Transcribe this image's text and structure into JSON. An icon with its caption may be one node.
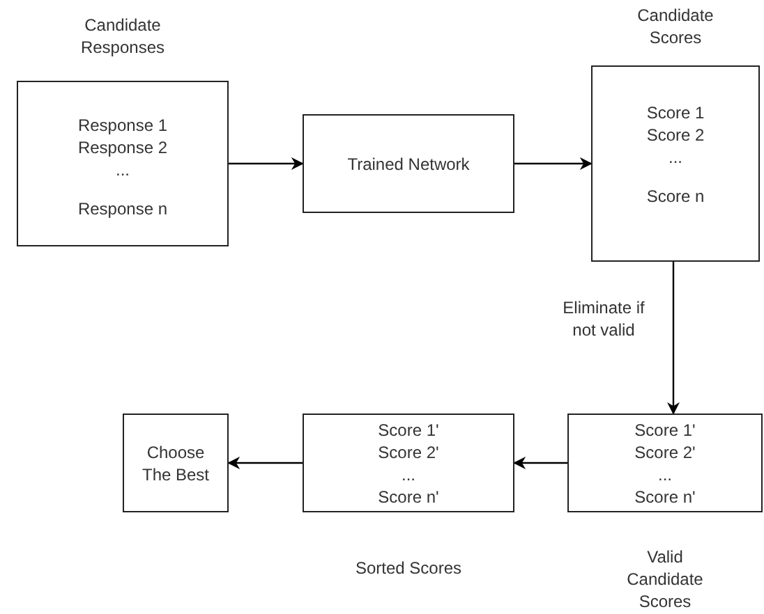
{
  "diagram": {
    "nodes": [
      {
        "text": [
          "Candidate Responses",
          "Response 1",
          "Response 2",
          "...",
          "Response n"
        ]
      },
      {
        "text": [
          "Trained Network"
        ]
      },
      {
        "text": [
          "Candidate Scores",
          "Score 1",
          "Score 2",
          "...",
          "Score n"
        ]
      },
      {
        "text": [
          "Score 1'",
          "Score 2'",
          "...",
          "Score n'",
          "Valid Candidate Scores"
        ]
      },
      {
        "text": [
          "Score 1'",
          "Score 2'",
          "...",
          "Score n'",
          "Sorted Scores"
        ]
      },
      {
        "text": [
          "Choose The Best"
        ]
      }
    ],
    "edges": [
      {
        "from": 0,
        "to": 1,
        "arrow": "to"
      },
      {
        "from": 1,
        "to": 2,
        "arrow": "to"
      },
      {
        "from": 2,
        "to": 3,
        "arrow": "to",
        "label": "Eliminate if not valid"
      },
      {
        "from": 3,
        "to": 4,
        "arrow": "to"
      },
      {
        "from": 4,
        "to": 5,
        "arrow": "to"
      }
    ]
  }
}
